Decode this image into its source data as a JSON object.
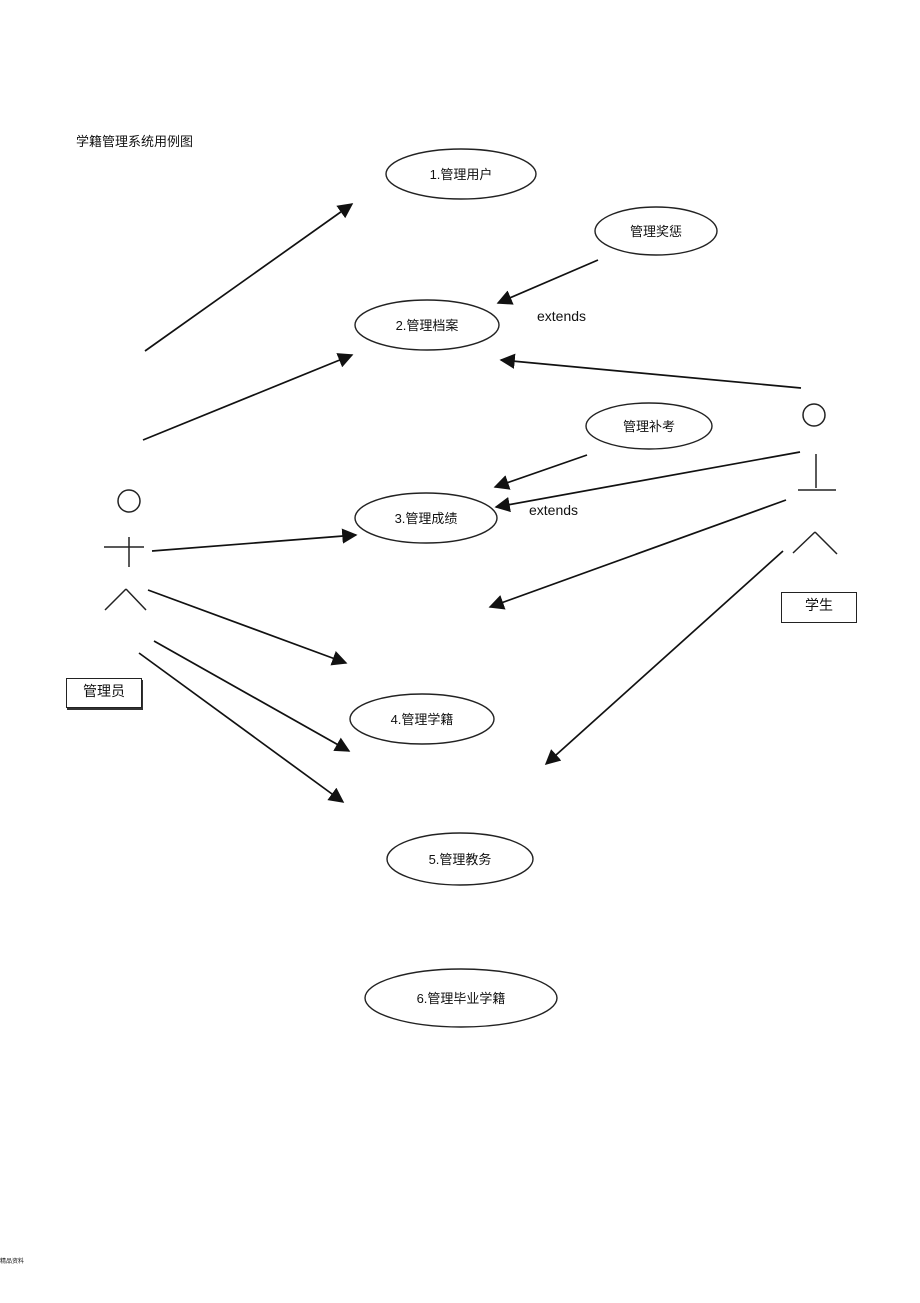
{
  "title": "学籍管理系统用例图",
  "actors": {
    "admin": "管理员",
    "student": "学生"
  },
  "use_cases": {
    "uc1": {
      "num": "1.",
      "text": "管理用户"
    },
    "uc2": {
      "num": "2.",
      "text": "管理档案"
    },
    "uc3": {
      "num": "3.",
      "text": "管理成绩"
    },
    "uc4": {
      "num": "4.",
      "text": "管理学籍"
    },
    "uc5": {
      "num": "5.",
      "text": "管理教务"
    },
    "uc6": {
      "num": "6.",
      "text": "管理毕业学籍"
    },
    "reward": {
      "num": "",
      "text": "管理奖惩"
    },
    "makeup": {
      "num": "",
      "text": "管理补考"
    }
  },
  "relations": {
    "extends_1": "extends",
    "extends_2": "extends"
  },
  "footer": "精品资料"
}
